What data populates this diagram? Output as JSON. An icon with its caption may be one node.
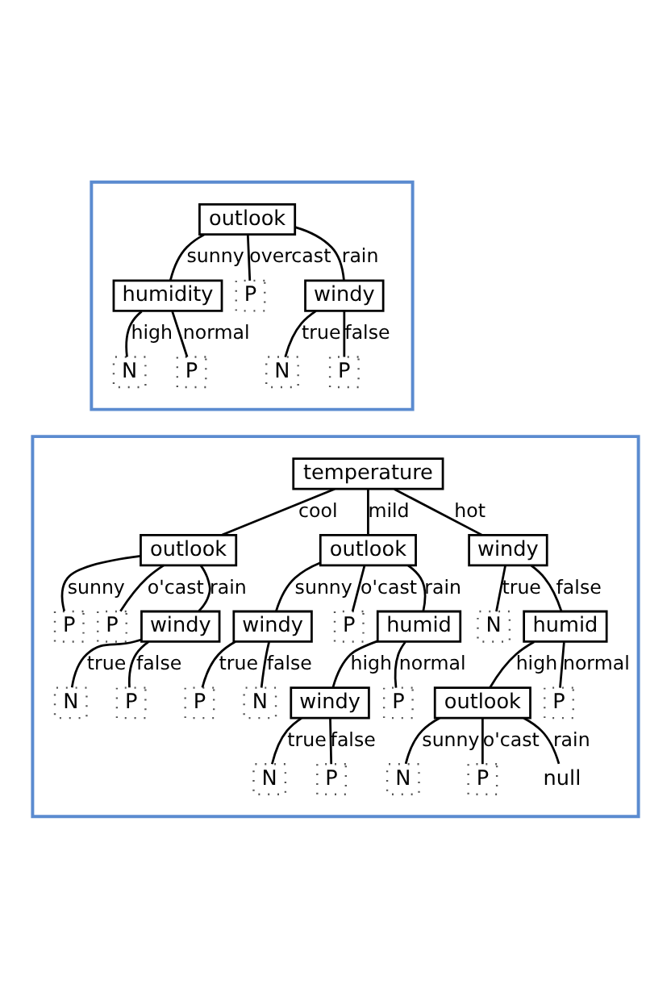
{
  "diagram": {
    "nodes": [
      {
        "text": [],
        "shape": "box"
      },
      {
        "text": [
          "outlook"
        ],
        "in": 0
      },
      {
        "text": [
          "humidity"
        ],
        "in": 0
      },
      {
        "text": [
          "P"
        ],
        "in": 0
      },
      {
        "text": [
          "windy"
        ],
        "in": 0
      },
      {
        "text": [
          "N"
        ],
        "in": 0
      },
      {
        "text": [
          "P"
        ],
        "in": 0
      },
      {
        "text": [
          "N"
        ],
        "in": 0
      },
      {
        "text": [
          "P"
        ],
        "in": 0
      },
      {
        "text": [],
        "shape": "box"
      },
      {
        "text": [
          "temperature"
        ],
        "in": 9
      },
      {
        "text": [
          "outlook"
        ],
        "in": 9
      },
      {
        "text": [
          "outlook"
        ],
        "in": 9
      },
      {
        "text": [
          "windy"
        ],
        "in": 9
      },
      {
        "text": [
          "P"
        ],
        "in": 9
      },
      {
        "text": [
          "P"
        ],
        "in": 9
      },
      {
        "text": [
          "windy"
        ],
        "in": 9
      },
      {
        "text": [
          "windy"
        ],
        "in": 9
      },
      {
        "text": [
          "P"
        ],
        "in": 9
      },
      {
        "text": [
          "humid"
        ],
        "in": 9
      },
      {
        "text": [
          "N"
        ],
        "in": 9
      },
      {
        "text": [
          "humid"
        ],
        "in": 9
      },
      {
        "text": [
          "N"
        ],
        "in": 9
      },
      {
        "text": [
          "P"
        ],
        "in": 9
      },
      {
        "text": [
          "P"
        ],
        "in": 9
      },
      {
        "text": [
          "N"
        ],
        "in": 9
      },
      {
        "text": [
          "windy"
        ],
        "in": 9
      },
      {
        "text": [
          "P"
        ],
        "in": 9
      },
      {
        "text": [
          "outlook"
        ],
        "in": 9
      },
      {
        "text": [
          "P"
        ],
        "in": 9
      },
      {
        "text": [
          "N"
        ],
        "in": 9
      },
      {
        "text": [
          "P"
        ],
        "in": 9
      },
      {
        "text": [
          "N"
        ],
        "in": 9
      },
      {
        "text": [
          "P"
        ],
        "in": 9
      },
      {
        "text": [
          "null"
        ],
        "in": 9
      }
    ],
    "edges": [
      {
        "from": 1,
        "to": 2,
        "arrow": "none",
        "label": "sunny"
      },
      {
        "from": 1,
        "to": 3,
        "arrow": "none",
        "label": "overcast"
      },
      {
        "from": 1,
        "to": 4,
        "arrow": "none",
        "label": "rain"
      },
      {
        "from": 2,
        "to": 5,
        "arrow": "none",
        "label": "high"
      },
      {
        "from": 2,
        "to": 6,
        "arrow": "none",
        "label": "normal"
      },
      {
        "from": 4,
        "to": 7,
        "arrow": "none",
        "label": "true"
      },
      {
        "from": 4,
        "to": 8,
        "arrow": "none",
        "label": "false"
      },
      {
        "from": 10,
        "to": 11,
        "arrow": "none",
        "label": "cool"
      },
      {
        "from": 10,
        "to": 12,
        "arrow": "none",
        "label": "mild"
      },
      {
        "from": 10,
        "to": 13,
        "arrow": "none",
        "label": "hot"
      },
      {
        "from": 11,
        "to": 14,
        "arrow": "none",
        "label": "sunny"
      },
      {
        "from": 11,
        "to": 15,
        "arrow": "none",
        "label": "o'cast"
      },
      {
        "from": 11,
        "to": 16,
        "arrow": "none",
        "label": "rain"
      },
      {
        "from": 12,
        "to": 17,
        "arrow": "none",
        "label": "sunny"
      },
      {
        "from": 12,
        "to": 18,
        "arrow": "none",
        "label": "o'cast"
      },
      {
        "from": 12,
        "to": 19,
        "arrow": "none",
        "label": "rain"
      },
      {
        "from": 13,
        "to": 20,
        "arrow": "none",
        "label": "true"
      },
      {
        "from": 13,
        "to": 21,
        "arrow": "none",
        "label": "false"
      },
      {
        "from": 16,
        "to": 22,
        "arrow": "none",
        "label": "true"
      },
      {
        "from": 16,
        "to": 23,
        "arrow": "none",
        "label": "false"
      },
      {
        "from": 17,
        "to": 24,
        "arrow": "none",
        "label": "true"
      },
      {
        "from": 17,
        "to": 25,
        "arrow": "none",
        "label": "false"
      },
      {
        "from": 19,
        "to": 26,
        "arrow": "none",
        "label": "high"
      },
      {
        "from": 19,
        "to": 27,
        "arrow": "none",
        "label": "normal"
      },
      {
        "from": 21,
        "to": 28,
        "arrow": "none",
        "label": "high"
      },
      {
        "from": 21,
        "to": 29,
        "arrow": "none",
        "label": "normal"
      },
      {
        "from": 26,
        "to": 30,
        "arrow": "none",
        "label": "true"
      },
      {
        "from": 26,
        "to": 31,
        "arrow": "none",
        "label": "false"
      },
      {
        "from": 28,
        "to": 32,
        "arrow": "none",
        "label": "sunny"
      },
      {
        "from": 28,
        "to": 33,
        "arrow": "none",
        "label": "o'cast"
      },
      {
        "from": 28,
        "to": 34,
        "arrow": "none",
        "label": "rain"
      }
    ]
  }
}
